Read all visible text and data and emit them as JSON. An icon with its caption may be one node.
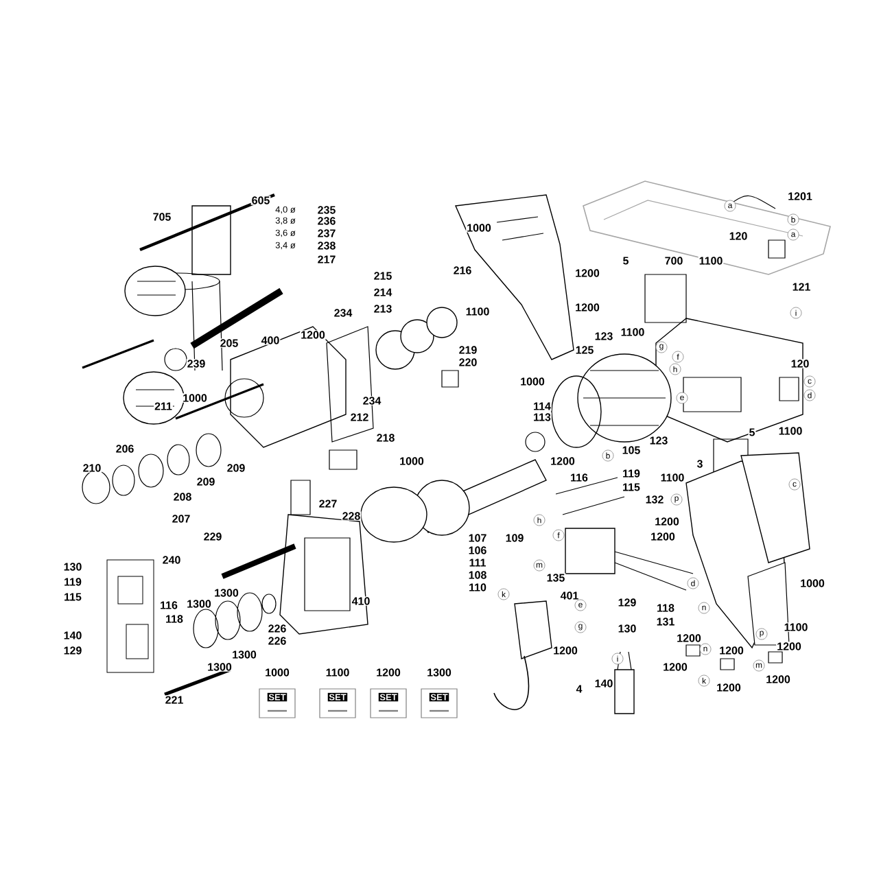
{
  "diagram": {
    "labels": [
      "1201",
      "605",
      "a",
      "4,0 ø",
      "235",
      "705",
      "b",
      "3,8 ø",
      "236",
      "1000",
      "3,6 ø",
      "237",
      "a",
      "120",
      "3,4 ø",
      "238",
      "217",
      "5",
      "700",
      "1100",
      "216",
      "1200",
      "215",
      "121",
      "214",
      "1200",
      "213",
      "1100",
      "234",
      "i",
      "1100",
      "1200",
      "123",
      "400",
      "205",
      "125",
      "219",
      "g",
      "f",
      "220",
      "120",
      "239",
      "h",
      "1000",
      "c",
      "d",
      "1000",
      "e",
      "234",
      "114",
      "211",
      "113",
      "212",
      "5",
      "1100",
      "218",
      "123",
      "206",
      "105",
      "b",
      "1200",
      "1000",
      "3",
      "210",
      "209",
      "116",
      "119",
      "1100",
      "209",
      "c",
      "115",
      "132",
      "p",
      "208",
      "227",
      "228",
      "h",
      "1200",
      "207",
      "f",
      "1200",
      "229",
      "107",
      "109",
      "106",
      "240",
      "111",
      "m",
      "130",
      "108",
      "135",
      "d",
      "1000",
      "119",
      "110",
      "1300",
      "k",
      "401",
      "115",
      "410",
      "e",
      "129",
      "1300",
      "116",
      "118",
      "n",
      "118",
      "131",
      "g",
      "130",
      "1100",
      "226",
      "140",
      "p",
      "1200",
      "226",
      "1200",
      "n",
      "1200",
      "1200",
      "129",
      "1300",
      "i",
      "m",
      "1200",
      "1300",
      "1000",
      "1100",
      "1200",
      "1300",
      "1200",
      "k",
      "140",
      "1200",
      "4",
      "SET",
      "SET",
      "SET",
      "SET",
      "221"
    ]
  }
}
